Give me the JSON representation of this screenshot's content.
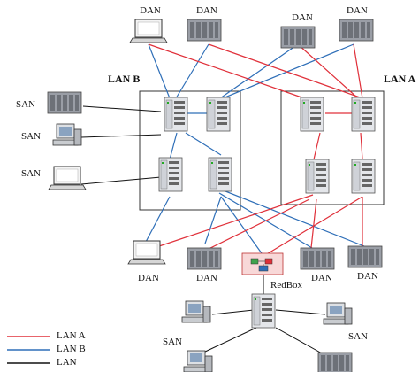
{
  "lan_titles": {
    "lan_b": "LAN B",
    "lan_a": "LAN A"
  },
  "dan_label": "DAN",
  "san_label": "SAN",
  "redbox_label": "RedBox",
  "legend": [
    {
      "label": "LAN A",
      "color": "#e0303a"
    },
    {
      "label": "LAN B",
      "color": "#2f6fb8"
    },
    {
      "label": "LAN",
      "color": "#111111"
    }
  ],
  "colors": {
    "lan_a": "#e0303a",
    "lan_b": "#2f6fb8",
    "lan": "#111111",
    "redbox_fill": "#f8d8d8"
  }
}
